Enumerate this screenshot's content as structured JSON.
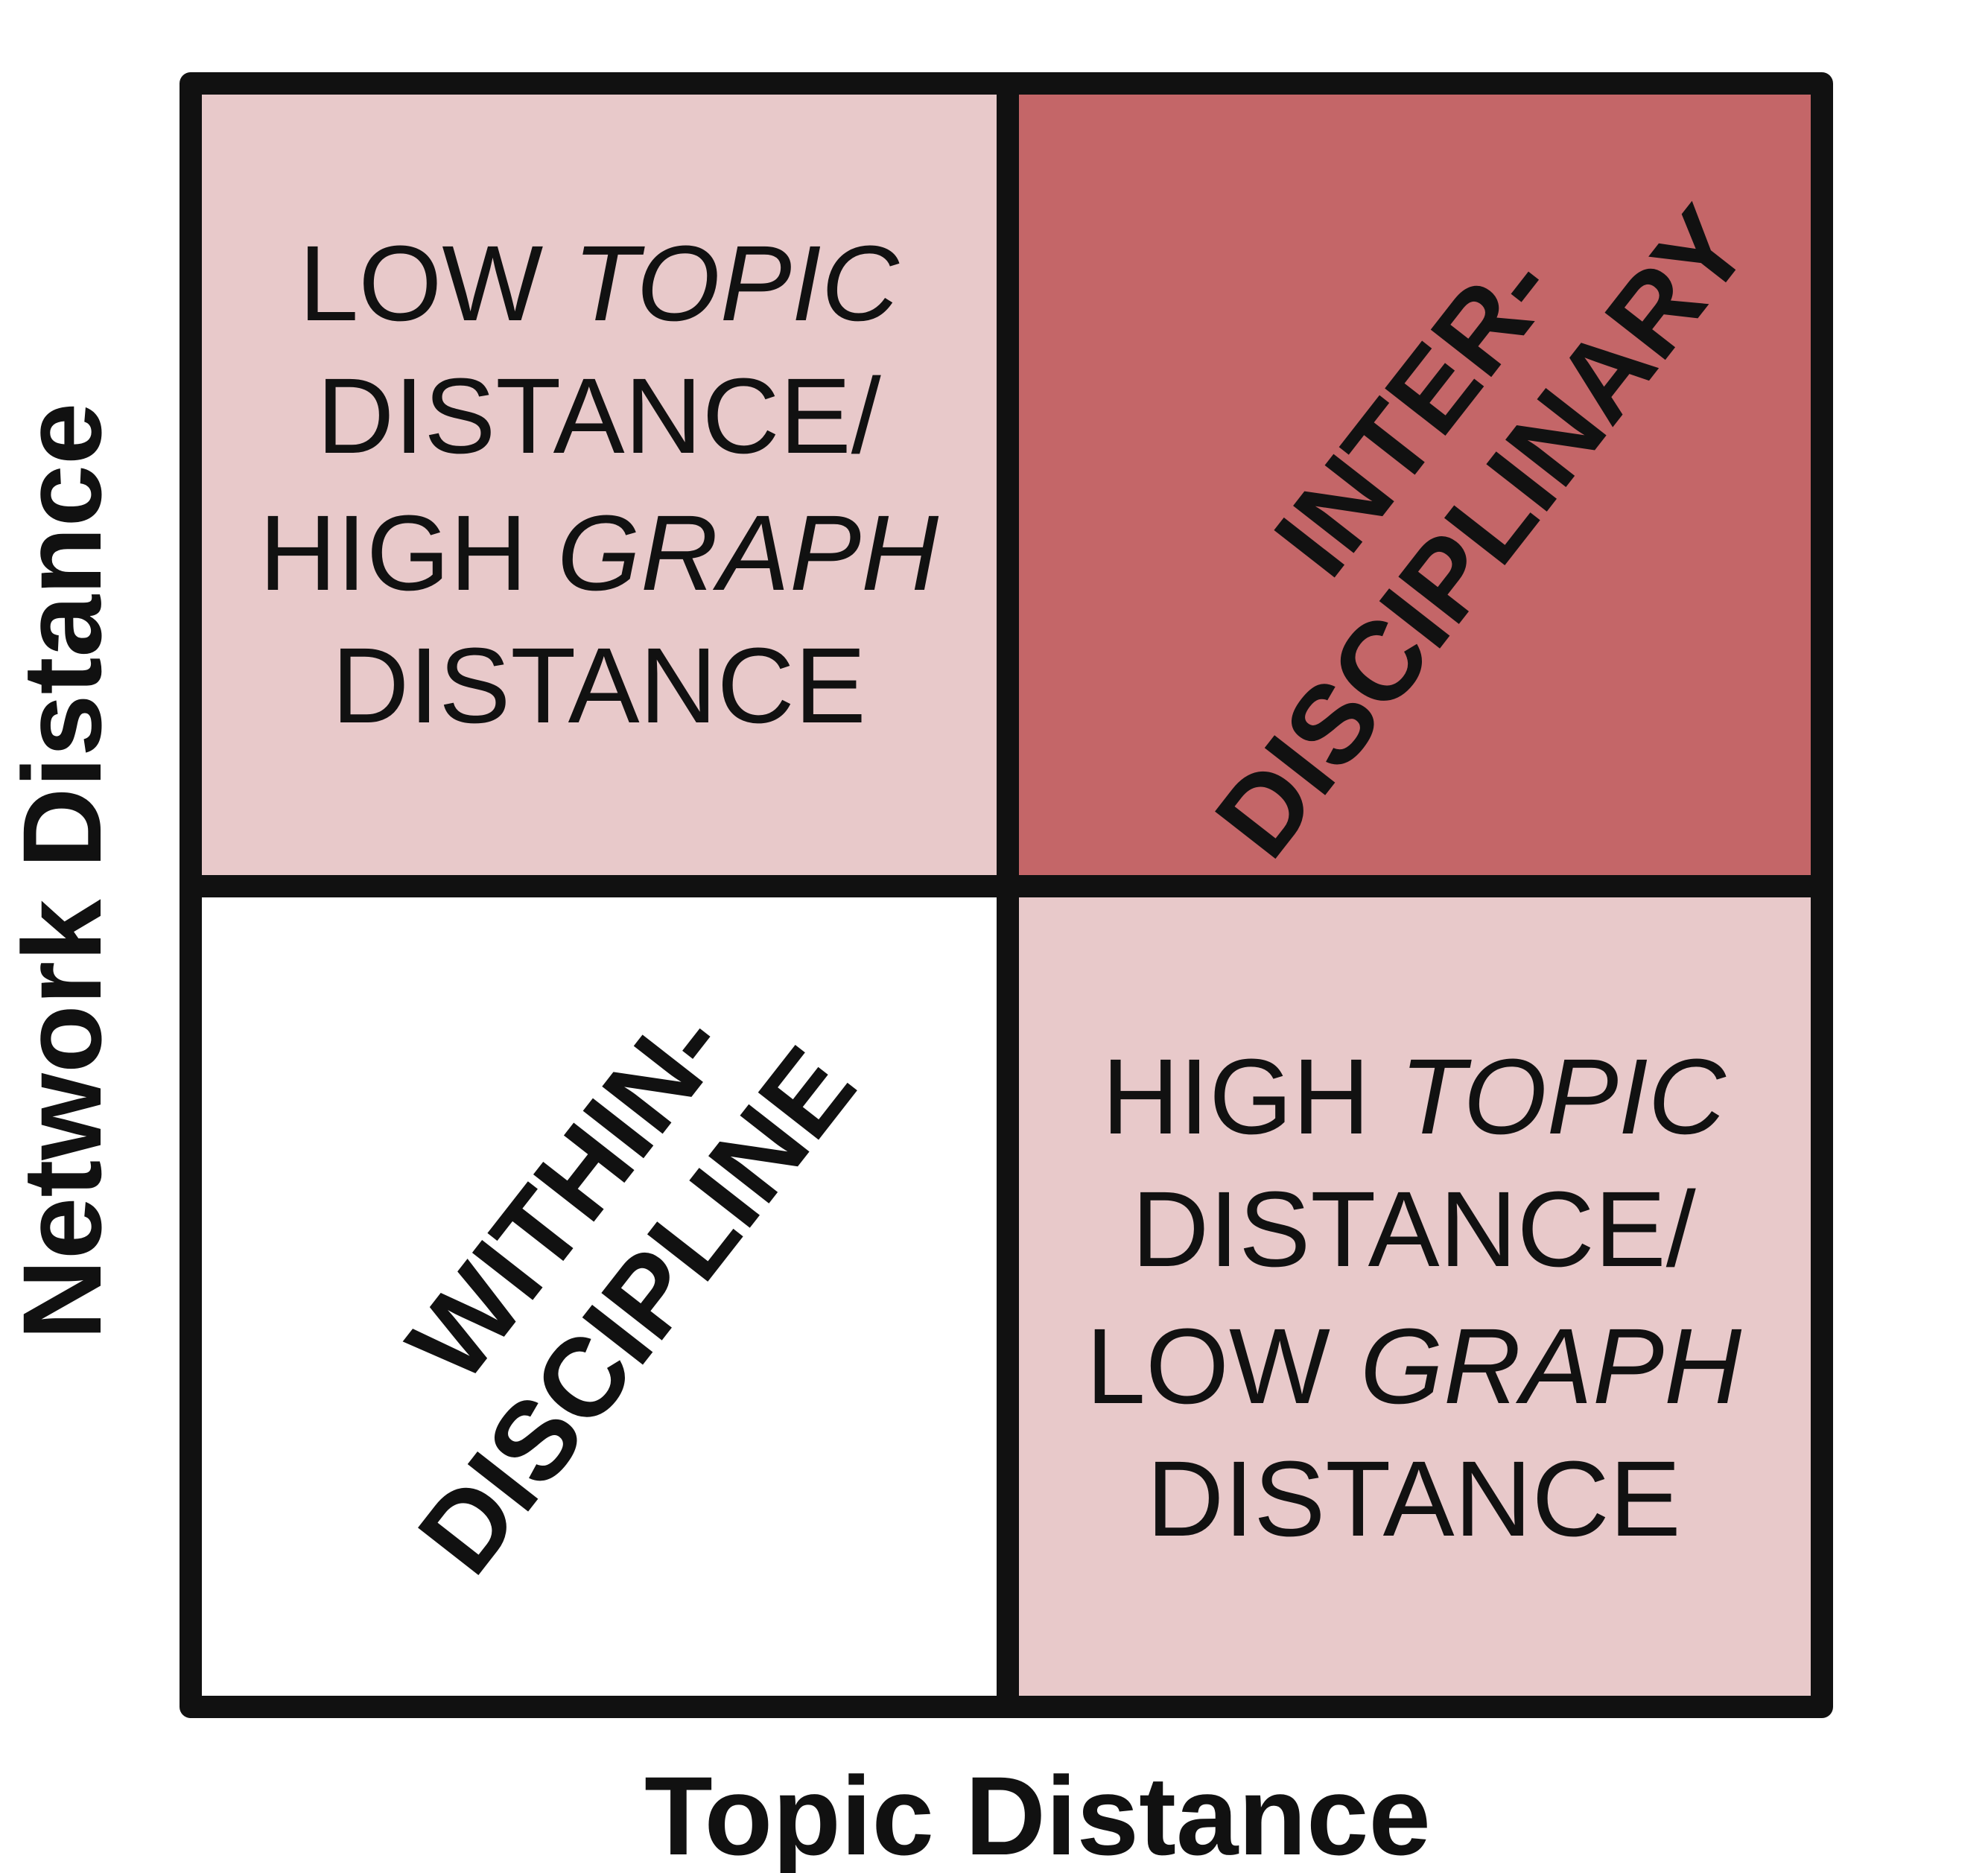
{
  "axes": {
    "x_label": "Topic Distance",
    "y_label": "Network Distance"
  },
  "colors": {
    "light_fill": "#e8c9ca",
    "dark_fill": "#c46668",
    "white_fill": "#ffffff",
    "border": "#111111"
  },
  "quadrants": {
    "top_left": {
      "lines": [
        {
          "parts": [
            {
              "text": "LOW ",
              "italic": false
            },
            {
              "text": "TOPIC",
              "italic": true
            }
          ]
        },
        {
          "parts": [
            {
              "text": "DISTANCE/",
              "italic": false
            }
          ]
        },
        {
          "parts": [
            {
              "text": "HIGH ",
              "italic": false
            },
            {
              "text": "GRAPH",
              "italic": true
            }
          ]
        },
        {
          "parts": [
            {
              "text": "DISTANCE",
              "italic": false
            }
          ]
        }
      ]
    },
    "top_right": {
      "lines": [
        "INTER-",
        "DISCIPLINARY"
      ]
    },
    "bottom_left": {
      "lines": [
        "WITHIN-",
        "DISCIPLINE"
      ]
    },
    "bottom_right": {
      "lines": [
        {
          "parts": [
            {
              "text": "HIGH ",
              "italic": false
            },
            {
              "text": "TOPIC",
              "italic": true
            }
          ]
        },
        {
          "parts": [
            {
              "text": "DISTANCE/",
              "italic": false
            }
          ]
        },
        {
          "parts": [
            {
              "text": "LOW ",
              "italic": false
            },
            {
              "text": "GRAPH",
              "italic": true
            }
          ]
        },
        {
          "parts": [
            {
              "text": "DISTANCE",
              "italic": false
            }
          ]
        }
      ]
    }
  }
}
